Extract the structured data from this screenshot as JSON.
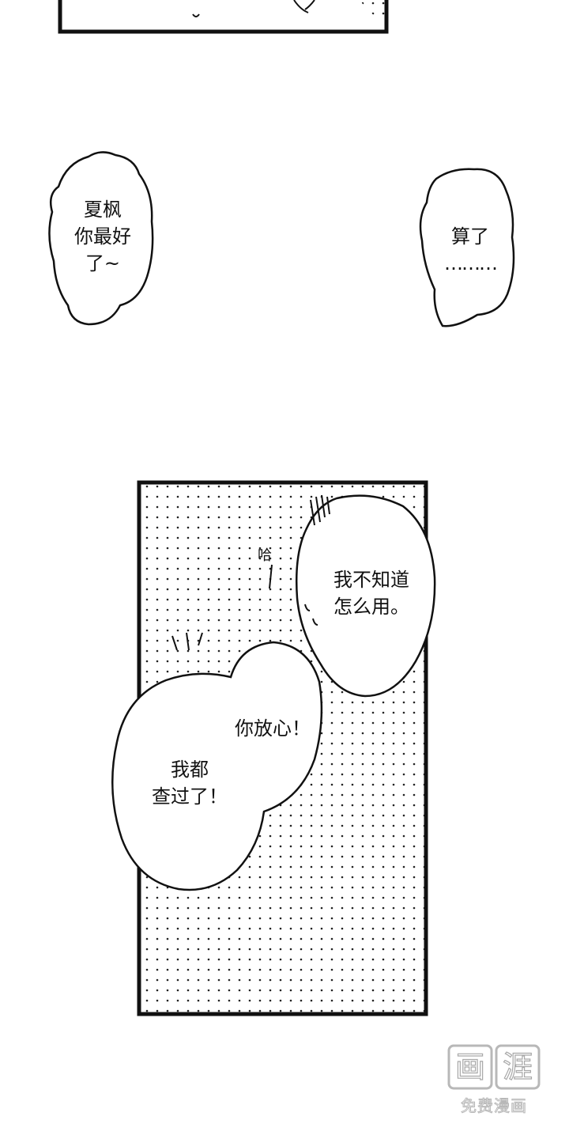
{
  "bubbles": {
    "top_left": {
      "line1": "夏枫",
      "line2": "你最好",
      "line3": "了~"
    },
    "top_right": {
      "line1": "算了",
      "line2": "………"
    },
    "upper_right": {
      "line1": "我不知道",
      "line2": "怎么用。"
    },
    "middle": {
      "line1": "你放心！"
    },
    "lower_left": {
      "line1": "我都",
      "line2": "查过了！"
    }
  },
  "sfx": {
    "ha": "哈"
  },
  "watermark": {
    "logo_text": "画涯",
    "subtitle": "免费漫画"
  }
}
